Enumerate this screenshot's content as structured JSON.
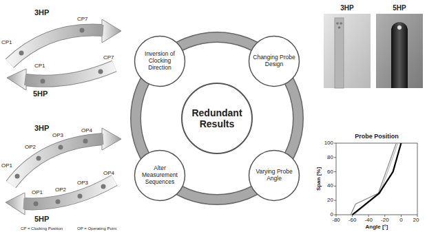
{
  "diagram": {
    "nodes": [
      {
        "text": [
          "Inversion of Clocking Direction"
        ]
      },
      {
        "text": [
          "Changing Probe Design"
        ]
      },
      {
        "text": [
          "Redundant Results"
        ]
      },
      {
        "text": [
          "Alter Measurement Sequences"
        ]
      },
      {
        "text": [
          "Varying Probe Angle"
        ]
      }
    ],
    "labels": [
      "3HP",
      "3HP",
      "5HP",
      "CP7",
      "CP1",
      "CP7",
      "CP1",
      "5HP",
      "3HP",
      "OP4",
      "OP3",
      "OP2",
      "OP1",
      "OP4",
      "OP3",
      "OP2",
      "OP1",
      "5HP",
      "CP = Clocking Position",
      "OP = Operating Point",
      "Probe Position",
      "100",
      "80",
      "60",
      "40",
      "20",
      "0",
      "Span [%]",
      "-80",
      "-60",
      "-40",
      "-20",
      "0",
      "20",
      "Angle [°]"
    ]
  }
}
